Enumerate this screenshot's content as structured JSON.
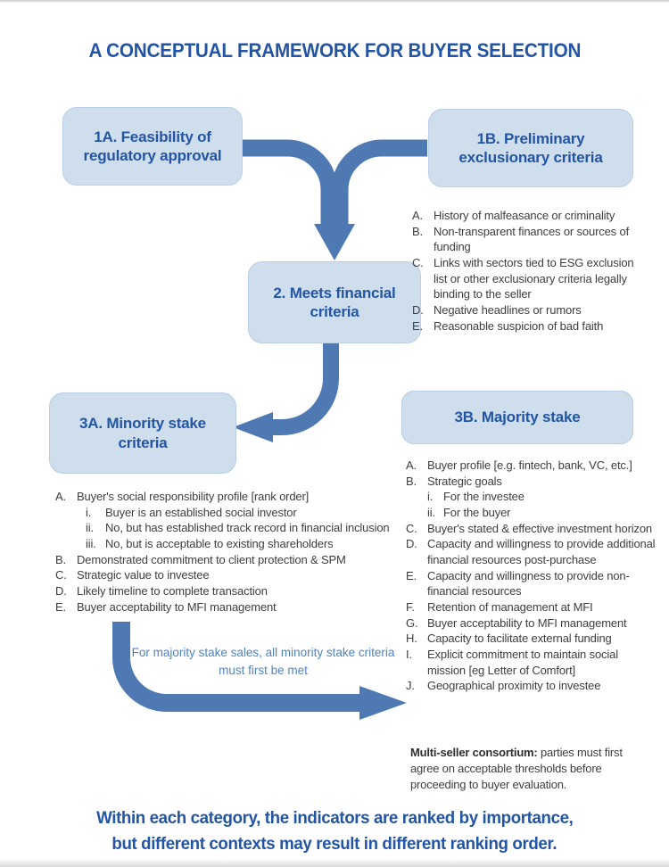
{
  "page": {
    "title": "A CONCEPTUAL FRAMEWORK FOR BUYER SELECTION",
    "footer_line1": "Within each category, the indicators are ranked by importance,",
    "footer_line2": "but different contexts may result in different ranking order."
  },
  "colors": {
    "heading_blue": "#2355a4",
    "box_fill": "#cfdeec",
    "box_border": "#b7cde3",
    "arrow_blue": "#4e79b3",
    "body_text": "#3e3e3e",
    "caption_blue": "#4d83c4"
  },
  "boxes": {
    "b1a": "1A. Feasibility of regulatory approval",
    "b1b": "1B. Preliminary exclusionary criteria",
    "b2": "2. Meets financial criteria",
    "b3a": "3A. Minority stake criteria",
    "b3b": "3B. Majority stake"
  },
  "lists": {
    "exclusionary": [
      {
        "m": "A.",
        "t": "History of malfeasance or criminality"
      },
      {
        "m": "B.",
        "t": "Non-transparent finances or sources of funding"
      },
      {
        "m": "C.",
        "t": "Links with sectors tied to ESG exclusion list or other exclusionary criteria legally binding to the seller"
      },
      {
        "m": "D.",
        "t": "Negative headlines or rumors"
      },
      {
        "m": "E.",
        "t": "Reasonable suspicion of bad faith"
      }
    ],
    "minority": [
      {
        "m": "A.",
        "t": "Buyer's social responsibility profile [rank order]"
      },
      {
        "m": "i.",
        "t": "Buyer is an established social investor"
      },
      {
        "m": "ii.",
        "t": "No, but has established track record in financial inclusion"
      },
      {
        "m": "iii.",
        "t": "No, but is acceptable to existing shareholders"
      },
      {
        "m": "B.",
        "t": "Demonstrated commitment to client protection & SPM"
      },
      {
        "m": "C.",
        "t": "Strategic value to investee"
      },
      {
        "m": "D.",
        "t": "Likely timeline to complete transaction"
      },
      {
        "m": "E.",
        "t": "Buyer acceptability to MFI management"
      }
    ],
    "majority": [
      {
        "m": "A.",
        "t": "Buyer profile [e.g. fintech, bank, VC, etc.]"
      },
      {
        "m": "B.",
        "t": "Strategic goals"
      },
      {
        "m": "i.",
        "t": "For the investee"
      },
      {
        "m": "ii.",
        "t": "For the buyer"
      },
      {
        "m": "C.",
        "t": "Buyer's stated & effective investment horizon"
      },
      {
        "m": "D.",
        "t": "Capacity and willingness to provide additional financial resources post-purchase"
      },
      {
        "m": "E.",
        "t": "Capacity and willingness to provide non-financial resources"
      },
      {
        "m": "F.",
        "t": "Retention of management at MFI"
      },
      {
        "m": "G.",
        "t": "Buyer acceptability to MFI management"
      },
      {
        "m": "H.",
        "t": "Capacity to facilitate external funding"
      },
      {
        "m": "I.",
        "t": "Explicit commitment to maintain social mission [eg Letter of Comfort]"
      },
      {
        "m": "J.",
        "t": "Geographical proximity to investee"
      }
    ]
  },
  "caption": "For majority stake sales, all minority stake criteria must first be met",
  "note": {
    "lead": "Multi-seller consortium:",
    "rest": " parties must first agree on acceptable thresholds before proceeding to buyer evaluation."
  }
}
